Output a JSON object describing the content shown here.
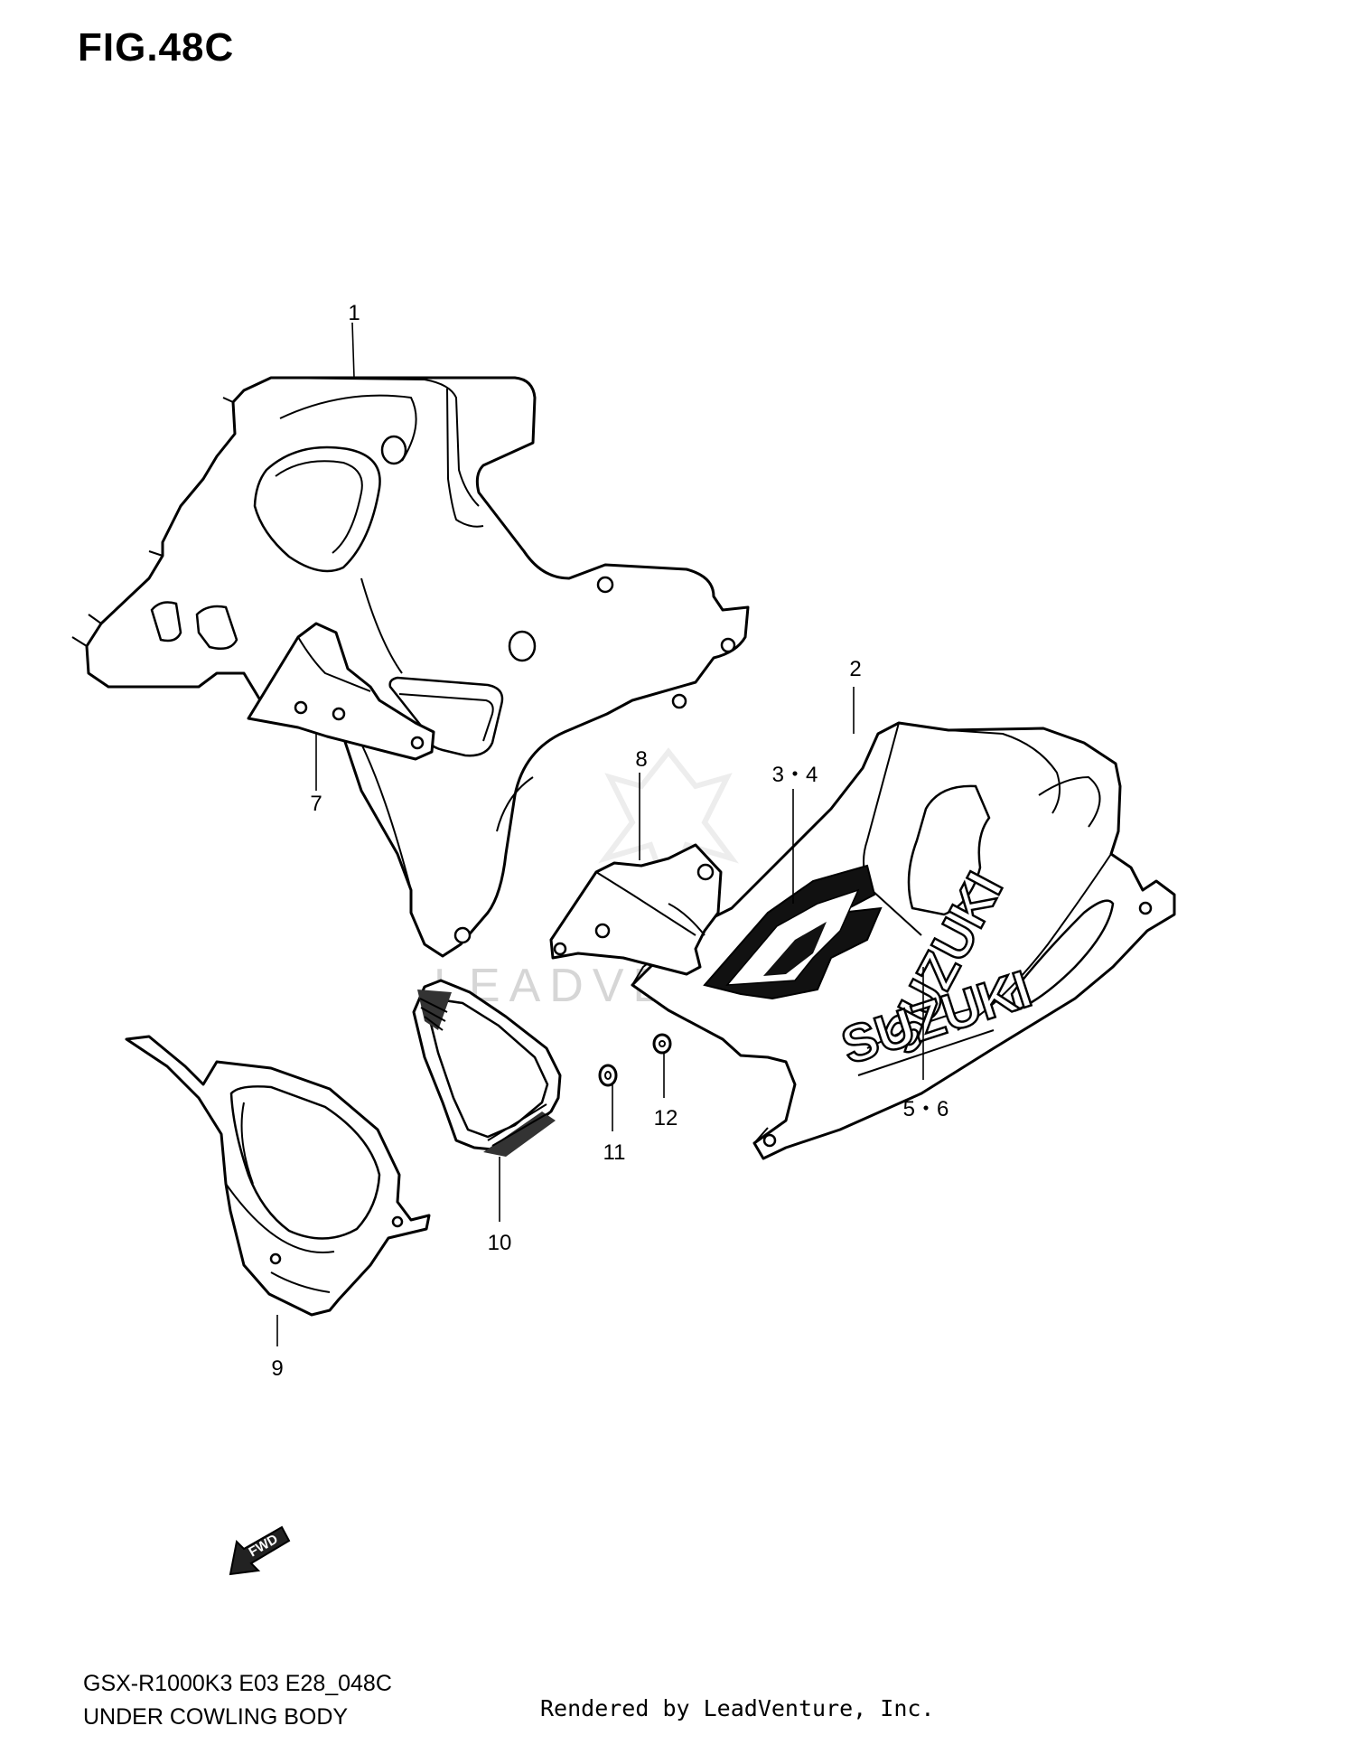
{
  "figure": {
    "title": "FIG.48C",
    "code": "GSX-R1000K3 E03 E28_048C",
    "name": "UNDER COWLING BODY",
    "rendered_by": "Rendered by LeadVenture, Inc.",
    "watermark": "LEADVENTURE"
  },
  "callouts": [
    "1",
    "2",
    "3・4",
    "5・6",
    "7",
    "8",
    "9",
    "10",
    "11",
    "12"
  ],
  "decal": {
    "brand": "SUZUKI",
    "fwd": "FWD"
  }
}
